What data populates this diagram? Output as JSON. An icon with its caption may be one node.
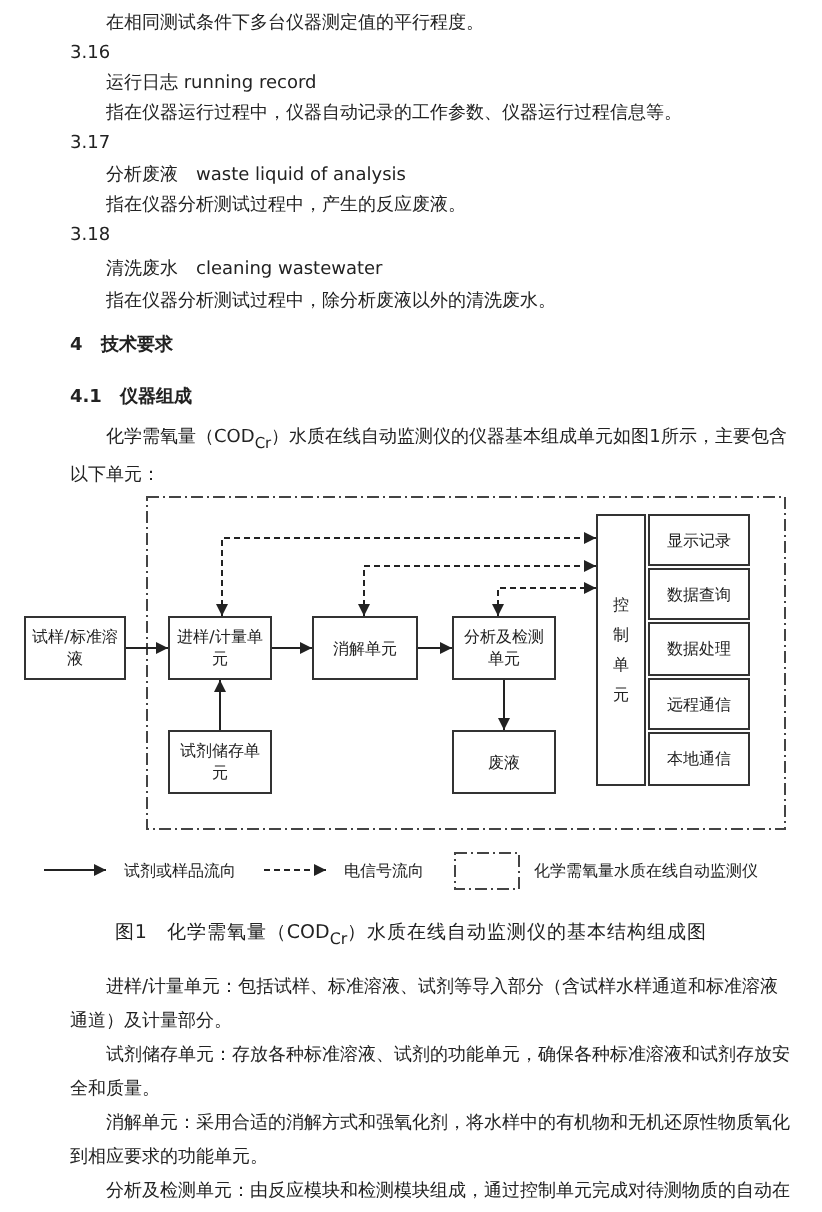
{
  "diagram": {
    "caption": "图1　化学需氧量（COD$_{Cr}$）水质在线自动监测仪的基本结构组成图",
    "nodes": [
      {
        "text": [],
        "shape": "box"
      },
      {
        "text": [
          "试样/标准溶液"
        ]
      },
      {
        "text": [
          "进样/计量单元"
        ],
        "in": 0
      },
      {
        "text": [
          "消解单元"
        ],
        "in": 0
      },
      {
        "text": [
          "分析及检测单元"
        ],
        "in": 0
      },
      {
        "text": [
          "试剂储存单元"
        ],
        "in": 0
      },
      {
        "text": [
          "废液"
        ],
        "in": 0
      },
      {
        "text": [
          "控制单元"
        ],
        "in": 0
      },
      {
        "text": [
          "显示记录"
        ],
        "in": 0
      },
      {
        "text": [
          "数据查询"
        ],
        "in": 0
      },
      {
        "text": [
          "数据处理"
        ],
        "in": 0
      },
      {
        "text": [
          "远程通信"
        ],
        "in": 0
      },
      {
        "text": [
          "本地通信"
        ],
        "in": 0
      }
    ],
    "edges": [
      {
        "from": 1,
        "to": 2,
        "arrow": "to"
      },
      {
        "from": 5,
        "to": 2,
        "arrow": "to"
      },
      {
        "from": 2,
        "to": 3,
        "arrow": "to"
      },
      {
        "from": 3,
        "to": 4,
        "arrow": "to"
      },
      {
        "from": 4,
        "to": 6,
        "arrow": "to"
      },
      {
        "from": 2,
        "to": 7,
        "arrow": "both",
        "style": "dashed"
      },
      {
        "from": 3,
        "to": 7,
        "arrow": "both",
        "style": "dashed"
      },
      {
        "from": 4,
        "to": 7,
        "arrow": "both",
        "style": "dashed"
      }
    ],
    "labels": [
      "在相同测试条件下多台仪器测定值的平行程度。",
      "3.16",
      "运行日志 running record",
      "指在仪器运行过程中，仪器自动记录的工作参数、仪器运行过程信息等。",
      "3.17",
      "分析废液　waste liquid of analysis",
      "指在仪器分析测试过程中，产生的反应废液。",
      "3.18",
      "清洗废水　cleaning wastewater",
      "指在仪器分析测试过程中，除分析废液以外的清洗废水。",
      "4　技术要求",
      "4.1　仪器组成",
      "化学需氧量（COD$_{Cr}$）水质在线自动监测仪的仪器基本组成单元如图1所示，主要包含以下单元：",
      "进样/计量单元：包括试样、标准溶液、试剂等导入部分（含试样水样通道和标准溶液通道）及计量部分。",
      "试剂储存单元：存放各种标准溶液、试剂的功能单元，确保各种标准溶液和试剂存放安全和质量。",
      "消解单元：采用合适的消解方式和强氧化剂，将水样中的有机物和无机还原性物质氧化到相应要求的功能单元。",
      "分析及检测单元：由反应模块和检测模块组成，通过控制单元完成对待测物质的自动在"
    ],
    "legend": [
      {
        "text": "试剂或样品流向"
      },
      {
        "text": "电信号流向"
      },
      {
        "text": "化学需氧量水质在线自动监测仪"
      }
    ]
  }
}
